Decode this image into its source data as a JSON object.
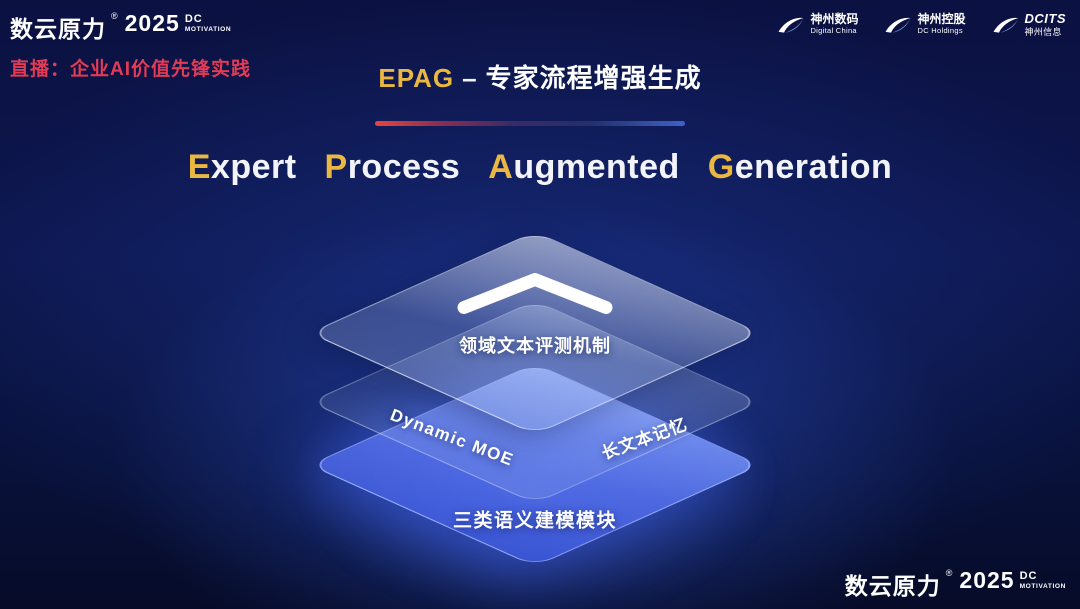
{
  "brand": {
    "cn": "数云原力",
    "reg": "®",
    "year": "2025",
    "dc": "DC",
    "motivation": "MOTIVATION"
  },
  "header": {
    "live_label": "直播：企业AI价值先锋实践",
    "epag_abbr": "EPAG",
    "epag_dash": "–",
    "epag_cn": "专家流程增强生成",
    "logos": [
      {
        "line1": "神州数码",
        "line2": "Digital China"
      },
      {
        "line1": "神州控股",
        "line2": "DC Holdings"
      },
      {
        "line1": "DCITS",
        "line2": "神州信息"
      }
    ]
  },
  "main_title": {
    "w1_first": "E",
    "w1_rest": "xpert",
    "w2_first": "P",
    "w2_rest": "rocess",
    "w3_first": "A",
    "w3_rest": "ugmented",
    "w4_first": "G",
    "w4_rest": "eneration"
  },
  "diagram": {
    "top_layer_label": "领域文本评测机制",
    "middle_left_label": "Dynamic MOE",
    "middle_right_label": "长文本记忆",
    "bottom_layer_label": "三类语义建模模块"
  },
  "colors": {
    "accent_gold": "#eab841",
    "live_red": "#e23b55",
    "bottom_layer_blue": "#5571ee",
    "divider_red": "#e8453e",
    "divider_blue": "#3f62c8"
  }
}
